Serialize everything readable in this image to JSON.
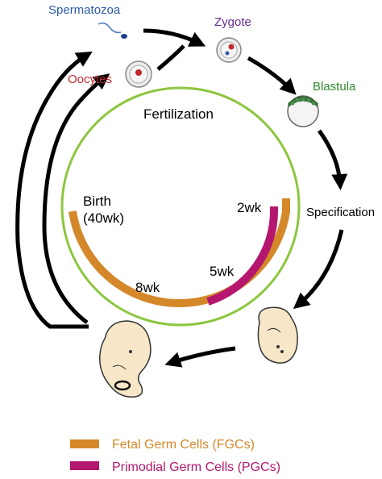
{
  "labels": {
    "spermatozoa": "Spermatozoa",
    "oocytes": "Oocytes",
    "zygote": "Zygote",
    "blastula": "Blastula",
    "fertilization": "Fertilization",
    "specification": "Specification",
    "birth_line1": "Birth",
    "birth_line2": "(40wk)",
    "wk2": "2wk",
    "wk5": "5wk",
    "wk8": "8wk"
  },
  "legend": [
    {
      "label": "Fetal Germ Cells (FGCs)",
      "color": "#D4882A"
    },
    {
      "label": "Primodial Germ Cells (PGCs)",
      "color": "#B5176E"
    }
  ],
  "colors": {
    "circle": "#8DC63F",
    "fgc": "#D4882A",
    "pgc": "#B5176E",
    "arrow": "#000000",
    "spermatozoa_text": "#2E5AA8",
    "oocytes_text": "#C0282D",
    "zygote_text": "#6B2D8E",
    "blastula_text": "#2E8B2E",
    "embryo_fill": "#F7E7C8",
    "blastula_cells": "#3D7A3D"
  }
}
